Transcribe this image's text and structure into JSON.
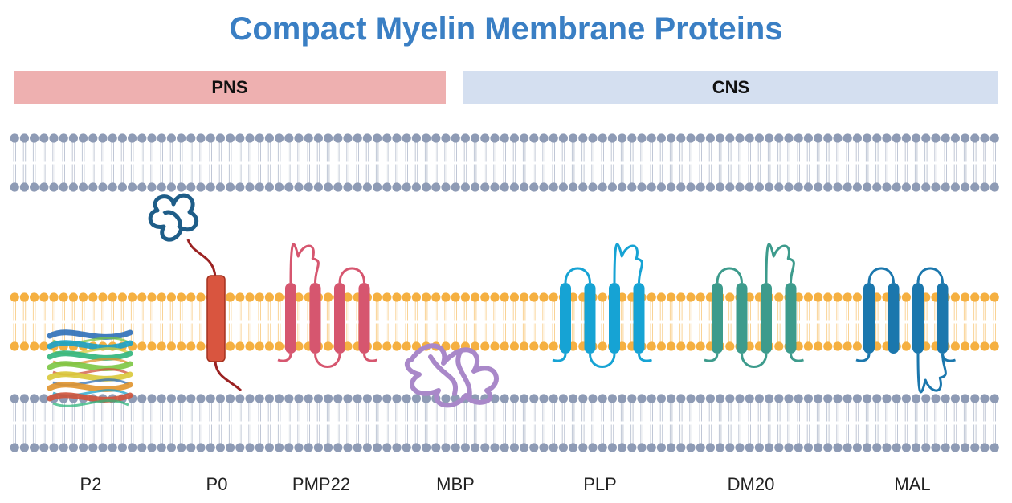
{
  "title": "Compact Myelin Membrane Proteins",
  "regions": {
    "pns": {
      "label": "PNS",
      "color": "#eeb0b0"
    },
    "cns": {
      "label": "CNS",
      "color": "#d4dff0"
    }
  },
  "proteins": [
    {
      "id": "p2",
      "label": "P2"
    },
    {
      "id": "p0",
      "label": "P0"
    },
    {
      "id": "pmp22",
      "label": "PMP22",
      "color": "#d6566f"
    },
    {
      "id": "mbp",
      "label": "MBP",
      "color": "#a988c9"
    },
    {
      "id": "plp",
      "label": "PLP",
      "color": "#16a3d4"
    },
    {
      "id": "dm20",
      "label": "DM20",
      "color": "#3d9b8c"
    },
    {
      "id": "mal",
      "label": "MAL",
      "color": "#1b77ad"
    }
  ],
  "colors": {
    "title": "#3a7fc4",
    "myelin_lipid": "#8e9bb5",
    "axolemma_lipid": "#f5b041",
    "p0": "#d9553f"
  }
}
